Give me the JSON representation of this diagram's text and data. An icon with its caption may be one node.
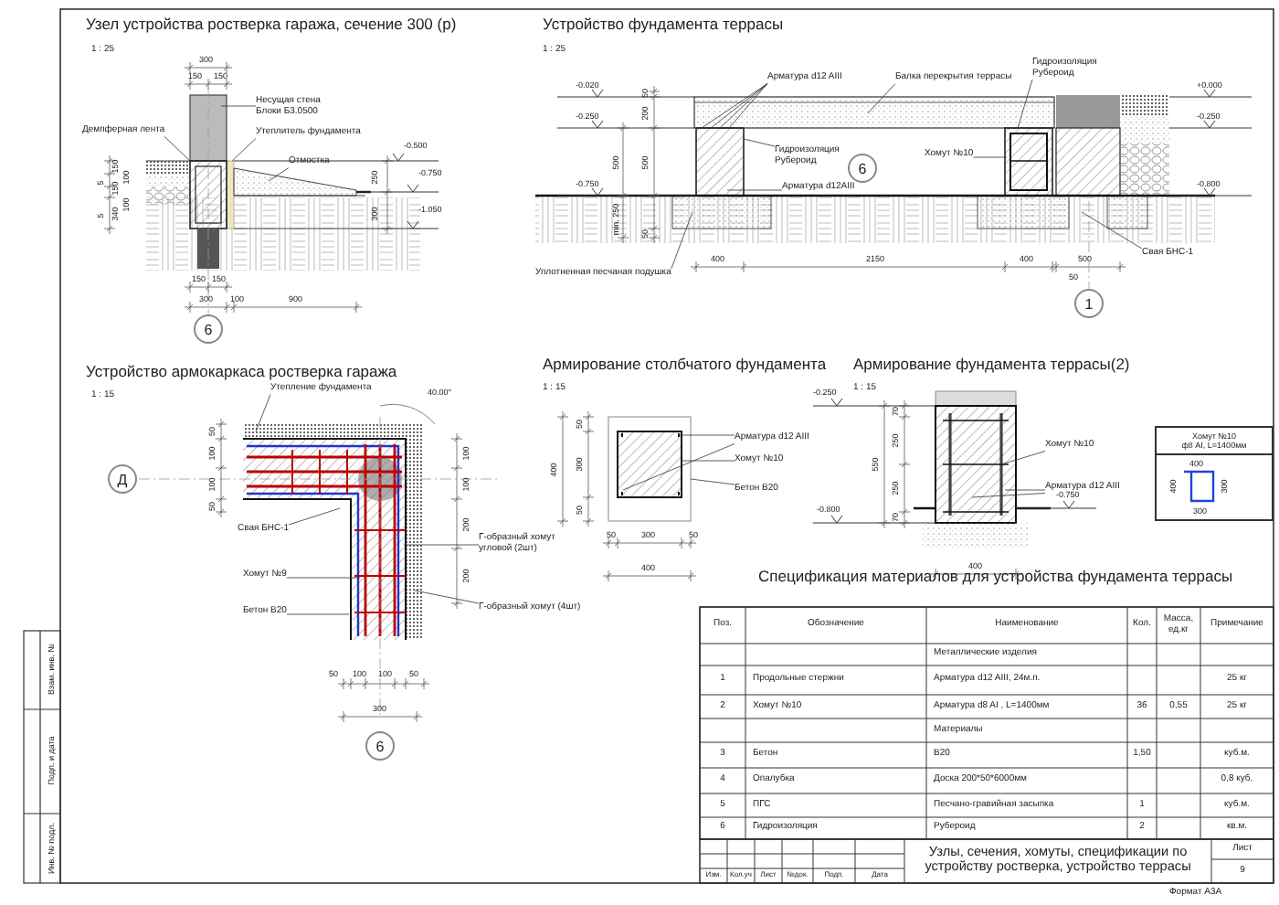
{
  "diagram": {
    "nodes": [
      {
        "text": [
          "Несущая стена Блоки Б3.0500"
        ]
      },
      {
        "text": [
          "Демпферная лента"
        ]
      },
      {
        "text": [
          "Утеплитель фундамента"
        ]
      },
      {
        "text": [
          "Отмостка"
        ]
      },
      {
        "text": [
          "6"
        ]
      },
      {
        "text": [
          "Арматура d12 AIII"
        ]
      },
      {
        "text": [
          "Балка перекрытия террасы"
        ]
      },
      {
        "text": [
          "Гидроизоляция Рубероид"
        ]
      },
      {
        "text": [
          "Гидроизоляция Рубероид"
        ]
      },
      {
        "text": [
          "6"
        ]
      },
      {
        "text": [
          "Хомут №10"
        ]
      },
      {
        "text": [
          "Арматура d12AIII"
        ]
      },
      {
        "text": [
          "Свая БНС-1"
        ]
      },
      {
        "text": [
          "Уплотненная песчаная подушка"
        ]
      },
      {
        "text": [
          "1"
        ]
      },
      {
        "text": [
          "Утепление фундамента"
        ]
      },
      {
        "text": [
          "Д"
        ]
      },
      {
        "text": [
          "Свая БНС-1"
        ]
      },
      {
        "text": [
          "Хомут №9"
        ]
      },
      {
        "text": [
          "Бетон B20"
        ]
      },
      {
        "text": [
          "Г-образный хомут угловой (2шт)"
        ]
      },
      {
        "text": [
          "Г-образный хомут (4шт)"
        ]
      },
      {
        "text": [
          "6"
        ]
      },
      {
        "text": [
          "Арматура d12 AIII"
        ]
      },
      {
        "text": [
          "Хомут №10"
        ]
      },
      {
        "text": [
          "Бетон B20"
        ]
      },
      {
        "text": [
          "Хомут №10"
        ]
      },
      {
        "text": [
          "Арматура d12 AIII"
        ]
      },
      {
        "text": [
          "Хомут №10",
          "ф8 AI, L=1400мм"
        ]
      },
      {
        "text": [],
        "shape": "box"
      }
    ],
    "edges": [
      {
        "from": 0,
        "to": null,
        "arrow": "none"
      },
      {
        "from": 1,
        "to": null,
        "arrow": "none"
      },
      {
        "from": 2,
        "to": null,
        "arrow": "none"
      },
      {
        "from": 3,
        "to": null,
        "arrow": "none"
      },
      {
        "from": 5,
        "to": null,
        "arrow": "none"
      },
      {
        "from": 5,
        "to": null,
        "arrow": "none"
      },
      {
        "from": 5,
        "to": null,
        "arrow": "none"
      },
      {
        "from": 5,
        "to": null,
        "arrow": "none"
      },
      {
        "from": 6,
        "to": null,
        "arrow": "none"
      },
      {
        "from": 7,
        "to": null,
        "arrow": "none"
      },
      {
        "from": 8,
        "to": null,
        "arrow": "none"
      },
      {
        "from": 10,
        "to": null,
        "arrow": "none"
      },
      {
        "from": 11,
        "to": null,
        "arrow": "none"
      },
      {
        "from": 12,
        "to": null,
        "arrow": "none"
      },
      {
        "from": 13,
        "to": null,
        "arrow": "none"
      },
      {
        "from": 15,
        "to": null,
        "arrow": "none"
      },
      {
        "from": 17,
        "to": null,
        "arrow": "none"
      },
      {
        "from": 18,
        "to": null,
        "arrow": "none"
      },
      {
        "from": 19,
        "to": null,
        "arrow": "none"
      },
      {
        "from": 20,
        "to": null,
        "arrow": "none"
      },
      {
        "from": 21,
        "to": null,
        "arrow": "none"
      },
      {
        "from": 23,
        "to": 29,
        "arrow": "none"
      },
      {
        "from": 23,
        "to": 29,
        "arrow": "none"
      },
      {
        "from": 24,
        "to": 29,
        "arrow": "none"
      },
      {
        "from": 25,
        "to": 29,
        "arrow": "none"
      },
      {
        "from": 26,
        "to": null,
        "arrow": "none"
      },
      {
        "from": 27,
        "to": null,
        "arrow": "none"
      },
      {
        "from": 27,
        "to": null,
        "arrow": "none"
      }
    ],
    "labels": [
      "Узел устройства ростверка гаража, сечение 300 (р)",
      "1 : 25",
      "300",
      "150",
      "150",
      "-0.500",
      "-0.750",
      "-1.050",
      "150",
      "100",
      "150",
      "5",
      "250",
      "5",
      "340",
      "100",
      "300",
      "150",
      "150",
      "300",
      "100",
      "900",
      "Устройство фундамента террасы",
      "1 : 25",
      "-0.020",
      "+0.000",
      "-0.250",
      "-0.250",
      "50",
      "200",
      "500",
      "500",
      "-0.750",
      "-0.800",
      "min. 250",
      "50",
      "400",
      "2150",
      "400",
      "500",
      "50",
      "Устройство армокаркаса ростверка гаража",
      "1 : 15",
      "40.00°",
      "50",
      "100",
      "100",
      "50",
      "100",
      "100",
      "200",
      "200",
      "50",
      "100",
      "100",
      "50",
      "300",
      "Армирование столбчатого фундамента",
      "1 : 15",
      "50",
      "400",
      "300",
      "50",
      "50",
      "300",
      "50",
      "400",
      "Армирование фундамента террасы(2)",
      "1 : 15",
      "-0.250",
      "70",
      "250",
      "550",
      "250",
      "-0.800",
      "-0.750",
      "70",
      "400",
      "400",
      "400",
      "300",
      "300",
      "Спецификация материалов для устройства фундамента террасы",
      "Поз.",
      "Обозначение",
      "Наименование",
      "Кол.",
      "Масса, ед.кг",
      "Примечание",
      "Металлические изделия",
      "1",
      "Продольные стержни",
      "Арматура d12 AIII, 24м.п.",
      "25 кг",
      "2",
      "Хомут №10",
      "Арматура d8 AI , L=1400мм",
      "36",
      "0,55",
      "25 кг",
      "Материалы",
      "3",
      "Бетон",
      "B20",
      "1,50",
      "куб.м.",
      "4",
      "Опалубка",
      "Доска 200*50*6000мм",
      "0,8 куб.",
      "5",
      "ПГС",
      "Песчано-гравийная засыпка",
      "1",
      "куб.м.",
      "6",
      "Гидроизоляция",
      "Рубероид",
      "2",
      "кв.м.",
      "Изм.",
      "Кол.уч",
      "Лист",
      "№док.",
      "Подп.",
      "Дата",
      "Узлы, сечения, хомуты, спецификации по устройству ростверка, устройство террасы",
      "Лист",
      "9",
      "Формат А3А",
      "Взам. инв. №",
      "Подп. и дата",
      "Инв. № подл."
    ]
  }
}
